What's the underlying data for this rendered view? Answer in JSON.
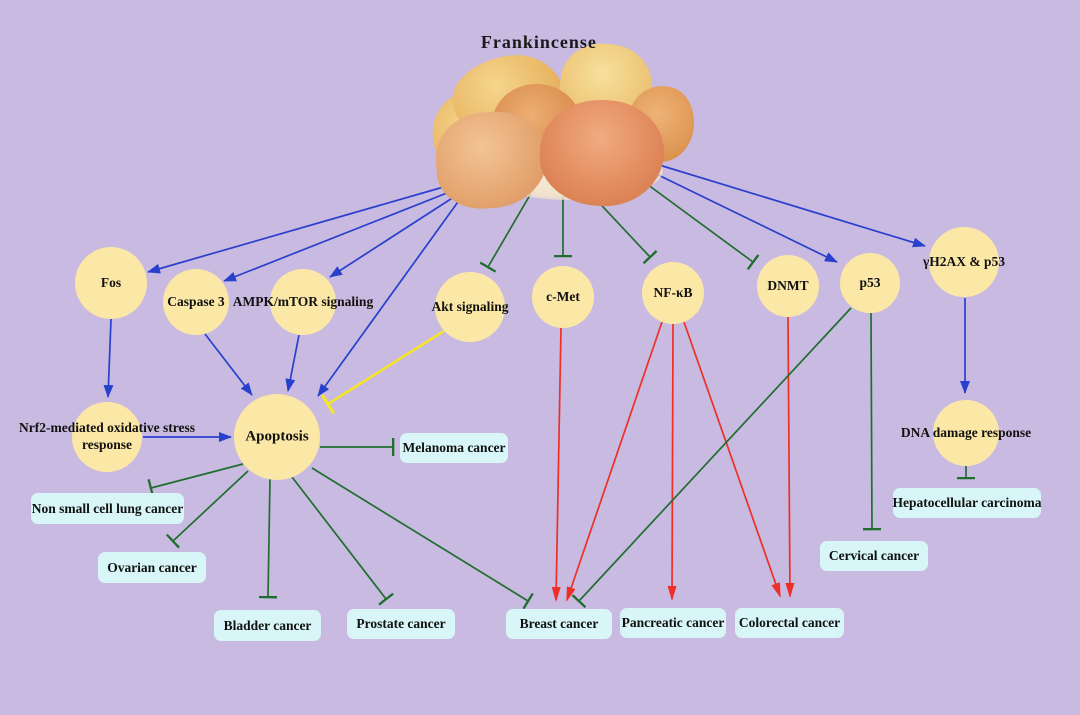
{
  "title": "Frankincense",
  "diagram": {
    "pathway_nodes": {
      "fos": {
        "label": "Fos"
      },
      "caspase3": {
        "label": "Caspase 3"
      },
      "ampk": {
        "label": "AMPK/mTOR signaling"
      },
      "akt": {
        "label": "Akt signaling"
      },
      "cmet": {
        "label": "c-Met"
      },
      "nfkb": {
        "label": "NF-κB"
      },
      "dnmt": {
        "label": "DNMT"
      },
      "p53": {
        "label": "p53"
      },
      "gh2ax": {
        "label": "γH2AX & p53"
      },
      "nrf2": {
        "label": "Nrf2-mediated oxidative stress response"
      },
      "apoptosis": {
        "label": "Apoptosis"
      },
      "ddr": {
        "label": "DNA damage response"
      }
    },
    "cancer_nodes": {
      "melanoma": {
        "label": "Melanoma cancer"
      },
      "nsclc": {
        "label": "Non small cell lung cancer"
      },
      "ovarian": {
        "label": "Ovarian cancer"
      },
      "bladder": {
        "label": "Bladder cancer"
      },
      "prostate": {
        "label": "Prostate cancer"
      },
      "breast": {
        "label": "Breast cancer"
      },
      "pancreatic": {
        "label": "Pancreatic cancer"
      },
      "colorectal": {
        "label": "Colorectal cancer"
      },
      "cervical": {
        "label": "Cervical cancer"
      },
      "hepatocellular": {
        "label": "Hepatocellular carcinoma"
      }
    },
    "edges": [
      {
        "id": "frank>fos",
        "source": "Frankincense",
        "target": "Fos",
        "effect": "activation",
        "style": "blue-arrow"
      },
      {
        "id": "frank>caspase3",
        "source": "Frankincense",
        "target": "Caspase 3",
        "effect": "activation",
        "style": "blue-arrow"
      },
      {
        "id": "frank>ampk",
        "source": "Frankincense",
        "target": "AMPK/mTOR signaling",
        "effect": "activation",
        "style": "blue-arrow"
      },
      {
        "id": "frank>apoptosis",
        "source": "Frankincense",
        "target": "Apoptosis",
        "effect": "activation",
        "style": "blue-arrow"
      },
      {
        "id": "frank>akt",
        "source": "Frankincense",
        "target": "Akt signaling",
        "effect": "inhibition",
        "style": "green-tbar"
      },
      {
        "id": "frank>cmet",
        "source": "Frankincense",
        "target": "c-Met",
        "effect": "inhibition",
        "style": "green-tbar"
      },
      {
        "id": "frank>nfkb",
        "source": "Frankincense",
        "target": "NF-κB",
        "effect": "inhibition",
        "style": "green-tbar"
      },
      {
        "id": "frank>dnmt",
        "source": "Frankincense",
        "target": "DNMT",
        "effect": "inhibition",
        "style": "green-tbar"
      },
      {
        "id": "frank>p53",
        "source": "Frankincense",
        "target": "p53",
        "effect": "activation",
        "style": "blue-arrow"
      },
      {
        "id": "frank>gh2ax",
        "source": "Frankincense",
        "target": "γH2AX & p53",
        "effect": "activation",
        "style": "blue-arrow"
      },
      {
        "id": "fos>nrf2",
        "source": "Fos",
        "target": "Nrf2-mediated oxidative stress response",
        "effect": "activation",
        "style": "blue-arrow"
      },
      {
        "id": "caspase3>apoptosis",
        "source": "Caspase 3",
        "target": "Apoptosis",
        "effect": "activation",
        "style": "blue-arrow"
      },
      {
        "id": "ampk>apoptosis",
        "source": "AMPK/mTOR signaling",
        "target": "Apoptosis",
        "effect": "activation",
        "style": "blue-arrow"
      },
      {
        "id": "nrf2>apoptosis",
        "source": "Nrf2-mediated oxidative stress response",
        "target": "Apoptosis",
        "effect": "activation",
        "style": "blue-arrow"
      },
      {
        "id": "akt>apoptosis",
        "source": "Akt signaling",
        "target": "Apoptosis",
        "effect": "inhibition",
        "style": "yellow-tbar"
      },
      {
        "id": "apoptosis>melanoma",
        "source": "Apoptosis",
        "target": "Melanoma cancer",
        "effect": "inhibition",
        "style": "green-tbar"
      },
      {
        "id": "apoptosis>nsclc",
        "source": "Apoptosis",
        "target": "Non small cell lung cancer",
        "effect": "inhibition",
        "style": "green-tbar"
      },
      {
        "id": "apoptosis>ovarian",
        "source": "Apoptosis",
        "target": "Ovarian cancer",
        "effect": "inhibition",
        "style": "green-tbar"
      },
      {
        "id": "apoptosis>bladder",
        "source": "Apoptosis",
        "target": "Bladder cancer",
        "effect": "inhibition",
        "style": "green-tbar"
      },
      {
        "id": "apoptosis>prostate",
        "source": "Apoptosis",
        "target": "Prostate cancer",
        "effect": "inhibition",
        "style": "green-tbar"
      },
      {
        "id": "apoptosis>breast",
        "source": "Apoptosis",
        "target": "Breast cancer",
        "effect": "inhibition",
        "style": "green-tbar"
      },
      {
        "id": "cmet>breast",
        "source": "c-Met",
        "target": "Breast cancer",
        "effect": "promotion",
        "style": "red-arrow"
      },
      {
        "id": "nfkb>breast",
        "source": "NF-κB",
        "target": "Breast cancer",
        "effect": "promotion",
        "style": "red-arrow"
      },
      {
        "id": "nfkb>pancreatic",
        "source": "NF-κB",
        "target": "Pancreatic cancer",
        "effect": "promotion",
        "style": "red-arrow"
      },
      {
        "id": "nfkb>colorectal",
        "source": "NF-κB",
        "target": "Colorectal cancer",
        "effect": "promotion",
        "style": "red-arrow"
      },
      {
        "id": "dnmt>colorectal",
        "source": "DNMT",
        "target": "Colorectal cancer",
        "effect": "promotion",
        "style": "red-arrow"
      },
      {
        "id": "p53>breast",
        "source": "p53",
        "target": "Breast cancer",
        "effect": "inhibition",
        "style": "green-tbar"
      },
      {
        "id": "p53>cervical",
        "source": "p53",
        "target": "Cervical cancer",
        "effect": "inhibition",
        "style": "green-tbar"
      },
      {
        "id": "gh2ax>ddr",
        "source": "γH2AX & p53",
        "target": "DNA damage response",
        "effect": "activation",
        "style": "blue-arrow"
      },
      {
        "id": "ddr>hepatocellular",
        "source": "DNA damage response",
        "target": "Hepatocellular carcinoma",
        "effect": "inhibition",
        "style": "green-tbar"
      }
    ],
    "colors": {
      "background": "#c9bae2",
      "node_fill": "#fce8a6",
      "cancer_box_fill": "#d8f6f7",
      "activation_blue": "#2840cc",
      "inhibition_green": "#1f6e2e",
      "promotion_red": "#ee2f26",
      "inhibition_yellow": "#f5e428"
    }
  }
}
